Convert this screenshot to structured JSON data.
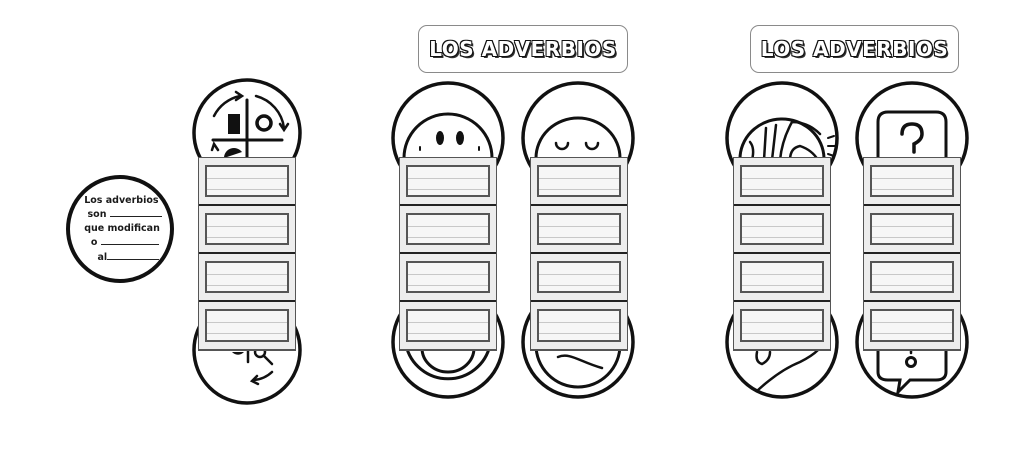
{
  "titles": [
    {
      "text": "LOS ADVERBIOS"
    },
    {
      "text": "LOS ADVERBIOS"
    }
  ],
  "definition": {
    "lines": [
      "Los adverbios",
      "son",
      "que modifican",
      "o",
      "al"
    ]
  },
  "columns": [
    {
      "id": "icons",
      "top_icon": "process-cycle-icon",
      "bottom_icon": "process-cycle-bottom-icon",
      "cards": 4
    },
    {
      "id": "smiley",
      "top_icon": "smiley-face-icon",
      "bottom_icon": "smile-mouth-icon",
      "cards": 4
    },
    {
      "id": "sleepy",
      "top_icon": "sleepy-face-icon",
      "bottom_icon": "wavy-mouth-icon",
      "cards": 4
    },
    {
      "id": "hand",
      "top_icon": "pointing-hand-icon",
      "bottom_icon": "hand-wrist-icon",
      "cards": 4
    },
    {
      "id": "phone",
      "top_icon": "question-phone-icon",
      "bottom_icon": "speech-bubble-icon",
      "cards": 4
    }
  ],
  "colors": {
    "ink": "#111111",
    "card_fill": "#ececec",
    "card_border": "#555555",
    "title_border": "#8a8a8a",
    "background": "#ffffff"
  }
}
